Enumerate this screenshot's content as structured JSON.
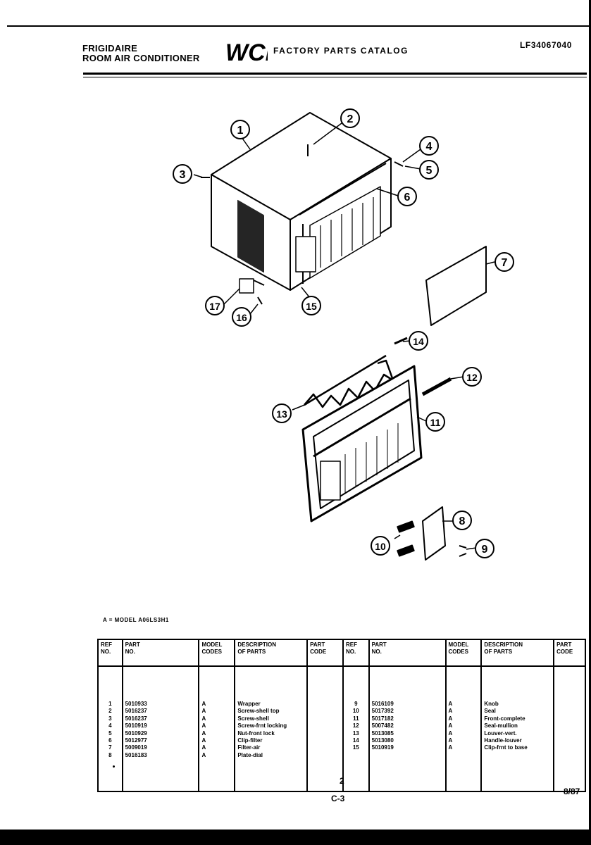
{
  "header": {
    "brand_line1": "FRIGIDAIRE",
    "brand_line2": "ROOM AIR CONDITIONER",
    "logo_text": "WCI",
    "catalog_title": "FACTORY PARTS CATALOG",
    "page_id": "LF34067040"
  },
  "diagram": {
    "callouts": [
      "1",
      "2",
      "3",
      "4",
      "5",
      "6",
      "7",
      "8",
      "9",
      "10",
      "11",
      "12",
      "13",
      "14",
      "15",
      "16",
      "17"
    ]
  },
  "model_line": "A = MODEL A06LS3H1",
  "table": {
    "headers": {
      "ref_no": [
        "REF",
        "NO."
      ],
      "part_no": [
        "PART",
        "NO."
      ],
      "model_codes": [
        "MODEL",
        "CODES"
      ],
      "description": [
        "DESCRIPTION",
        "OF PARTS"
      ],
      "part_code": [
        "PART",
        "CODE"
      ]
    },
    "left_rows": [
      {
        "ref": "1",
        "part": "5010933",
        "model": "A",
        "desc": "Wrapper"
      },
      {
        "ref": "2",
        "part": "5016237",
        "model": "A",
        "desc": "Screw-shell top"
      },
      {
        "ref": "3",
        "part": "5016237",
        "model": "A",
        "desc": "Screw-shell"
      },
      {
        "ref": "4",
        "part": "5010919",
        "model": "A",
        "desc": "Screw-frnt locking"
      },
      {
        "ref": "5",
        "part": "5010929",
        "model": "A",
        "desc": "Nut-front lock"
      },
      {
        "ref": "6",
        "part": "5012977",
        "model": "A",
        "desc": "Clip-filter"
      },
      {
        "ref": "7",
        "part": "5009019",
        "model": "A",
        "desc": "Filter-air"
      },
      {
        "ref": "8",
        "part": "5016183",
        "model": "A",
        "desc": "Plate-dial"
      }
    ],
    "right_rows": [
      {
        "ref": "9",
        "part": "5016109",
        "model": "A",
        "desc": "Knob"
      },
      {
        "ref": "10",
        "part": "5017392",
        "model": "A",
        "desc": "Seal"
      },
      {
        "ref": "11",
        "part": "5017182",
        "model": "A",
        "desc": "Front-complete"
      },
      {
        "ref": "12",
        "part": "5007482",
        "model": "A",
        "desc": "Seal-mullion"
      },
      {
        "ref": "13",
        "part": "5013085",
        "model": "A",
        "desc": "Louver-vert."
      },
      {
        "ref": "14",
        "part": "5013080",
        "model": "A",
        "desc": "Handle-louver"
      },
      {
        "ref": "15",
        "part": "5010919",
        "model": "A",
        "desc": "Clip-frnt to base"
      }
    ]
  },
  "footer": {
    "page_number": "2",
    "section": "C-3",
    "date": "8/87"
  }
}
